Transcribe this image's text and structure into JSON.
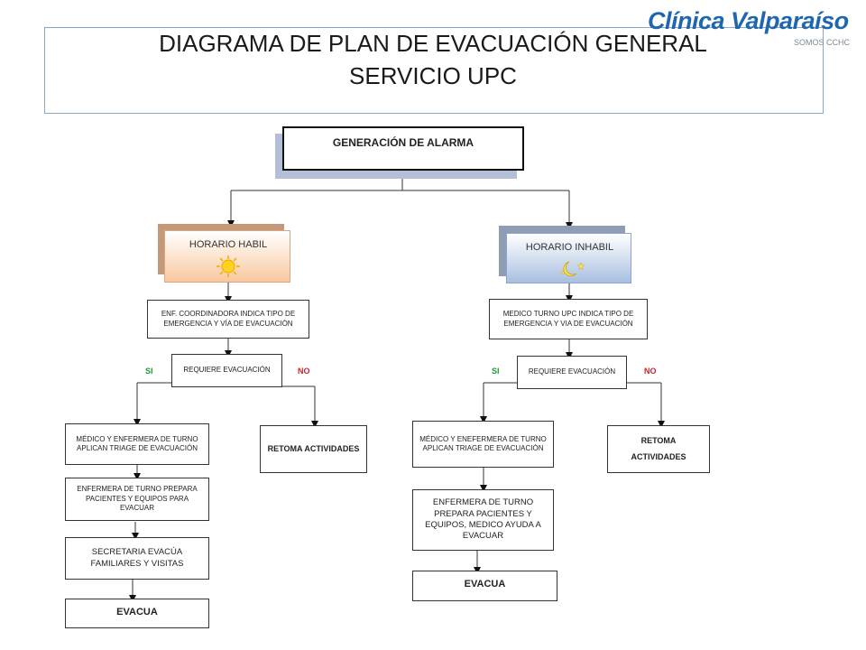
{
  "title": {
    "line1": "DIAGRAMA DE PLAN DE EVACUACIÓN GENERAL",
    "line2": "SERVICIO UPC"
  },
  "logo": {
    "name": "Clínica Valparaíso",
    "tagline": "SOMOS CCHC"
  },
  "root": {
    "label": "GENERACIÓN DE ALARMA"
  },
  "left": {
    "schedule": "HORARIO HABIL",
    "schedule_icon": "sun-icon",
    "step1": "ENF. COORDINADORA INDICA TIPO DE EMERGENCIA Y VÍA DE EVACUACIÓN",
    "decision": "REQUIERE EVACUACIÓN",
    "yes": "SI",
    "no": "NO",
    "yes_step1": "MÉDICO Y ENFERMERA DE TURNO APLICAN TRIAGE DE EVACUACIÓN",
    "yes_step2": "ENFERMERA DE TURNO PREPARA PACIENTES Y EQUIPOS PARA EVACUAR",
    "yes_step3": "SECRETARIA EVACÚA FAMILIARES Y VISITAS",
    "yes_end": "EVACUA",
    "no_end": "RETOMA ACTIVIDADES"
  },
  "right": {
    "schedule": "HORARIO INHABIL",
    "schedule_icon": "moon-icon",
    "step1": "MEDICO TURNO UPC INDICA TIPO DE EMERGENCIA Y VIA DE EVACUACIÓN",
    "decision": "REQUIERE EVACUACIÓN",
    "yes": "SI",
    "no": "NO",
    "yes_step1": "MÉDICO Y ENEFERMERA DE TURNO APLICAN TRIAGE DE EVACUACIÓN",
    "yes_step2": "ENFERMERA DE TURNO PREPARA PACIENTES Y EQUIPOS, MEDICO AYUDA A EVACUAR",
    "yes_end": "EVACUA",
    "no_end": "RETOMA ACTIVIDADES"
  },
  "colors": {
    "frame": "#8fa6c4",
    "logo": "#1f66b0",
    "left_shadow": "#c4997a",
    "left_fill_top": "#ffffff",
    "left_fill_bottom": "#f9c8a0",
    "right_shadow": "#8e9cb4",
    "right_fill_top": "#ffffff",
    "right_fill_bottom": "#a9bfe0",
    "root_shadow": "#b3bfd8",
    "yes": "#1a9c3a",
    "no": "#d0202a"
  }
}
